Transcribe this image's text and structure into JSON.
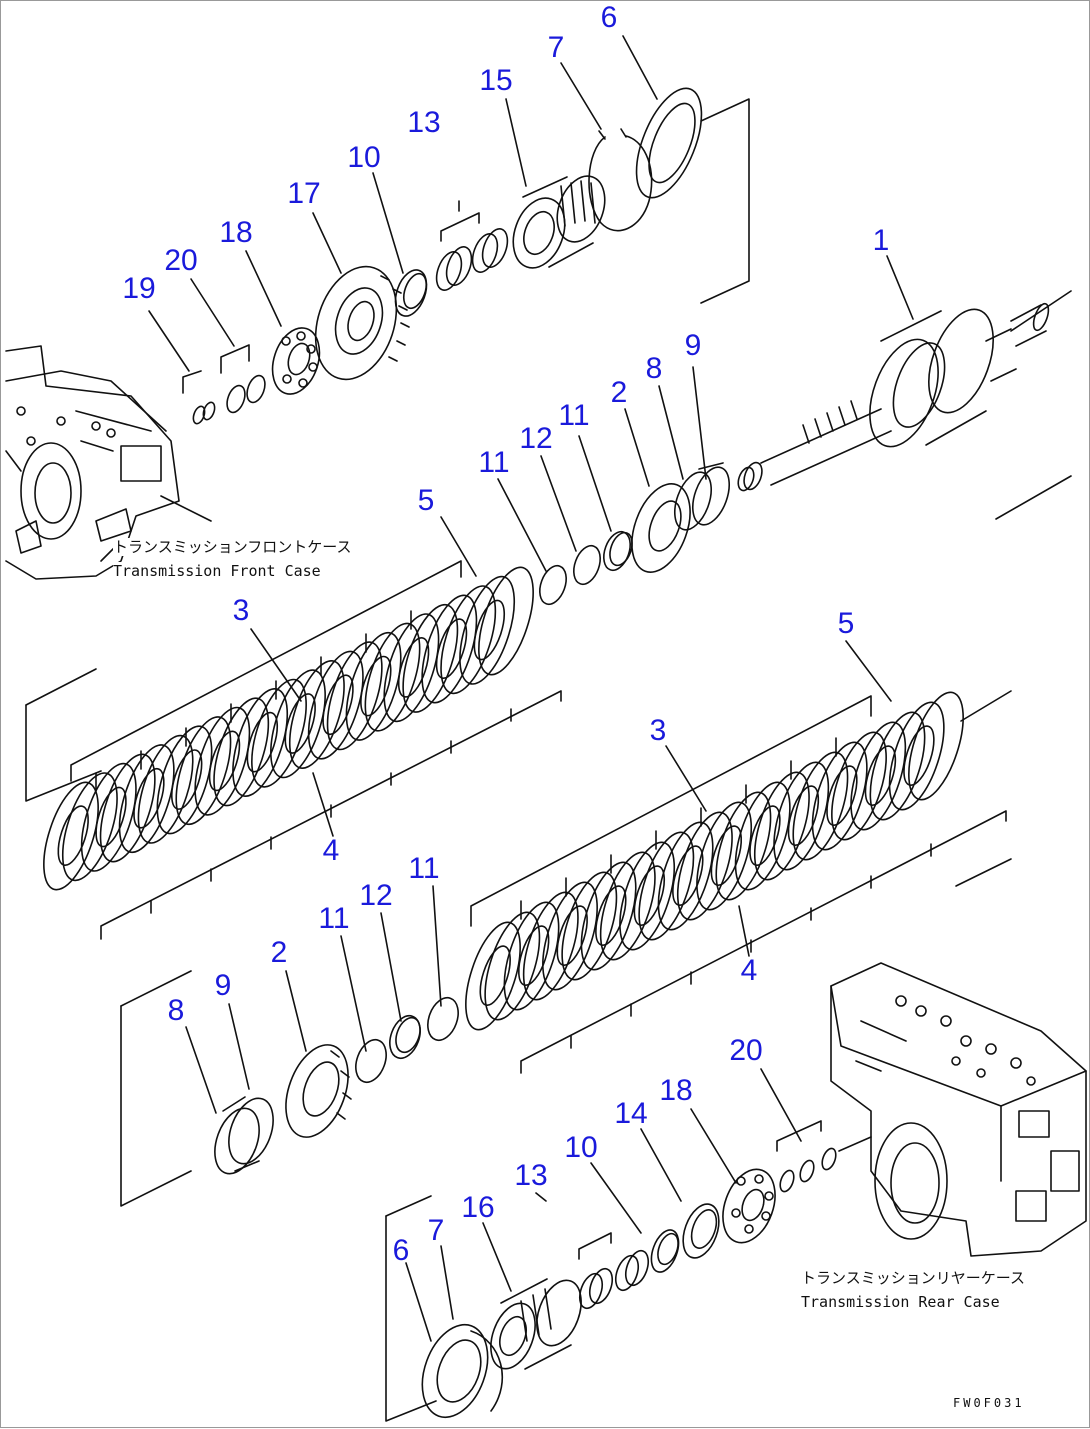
{
  "figure_code": "FW0F031",
  "case_labels": {
    "front_jp": "トランスミッションフロントケース",
    "front_en": "Transmission Front Case",
    "rear_jp": "トランスミッションリヤーケース",
    "rear_en": "Transmission Rear Case"
  },
  "callouts": [
    {
      "id": "c-6-top",
      "text": "6"
    },
    {
      "id": "c-7-top",
      "text": "7"
    },
    {
      "id": "c-15",
      "text": "15"
    },
    {
      "id": "c-13-top",
      "text": "13"
    },
    {
      "id": "c-10-top",
      "text": "10"
    },
    {
      "id": "c-17",
      "text": "17"
    },
    {
      "id": "c-18-top",
      "text": "18"
    },
    {
      "id": "c-20-top",
      "text": "20"
    },
    {
      "id": "c-19",
      "text": "19"
    },
    {
      "id": "c-1",
      "text": "1"
    },
    {
      "id": "c-9-top",
      "text": "9"
    },
    {
      "id": "c-8-top",
      "text": "8"
    },
    {
      "id": "c-2-top",
      "text": "2"
    },
    {
      "id": "c-11-top-a",
      "text": "11"
    },
    {
      "id": "c-12-top",
      "text": "12"
    },
    {
      "id": "c-11-top-b",
      "text": "11"
    },
    {
      "id": "c-5-left",
      "text": "5"
    },
    {
      "id": "c-3-left",
      "text": "3"
    },
    {
      "id": "c-4-left",
      "text": "4"
    },
    {
      "id": "c-5-right",
      "text": "5"
    },
    {
      "id": "c-3-right",
      "text": "3"
    },
    {
      "id": "c-4-right",
      "text": "4"
    },
    {
      "id": "c-11-mid-b",
      "text": "11"
    },
    {
      "id": "c-12-mid",
      "text": "12"
    },
    {
      "id": "c-11-mid-a",
      "text": "11"
    },
    {
      "id": "c-2-mid",
      "text": "2"
    },
    {
      "id": "c-9-mid",
      "text": "9"
    },
    {
      "id": "c-8-mid",
      "text": "8"
    },
    {
      "id": "c-20-bot",
      "text": "20"
    },
    {
      "id": "c-18-bot",
      "text": "18"
    },
    {
      "id": "c-14",
      "text": "14"
    },
    {
      "id": "c-10-bot",
      "text": "10"
    },
    {
      "id": "c-13-bot",
      "text": "13"
    },
    {
      "id": "c-16",
      "text": "16"
    },
    {
      "id": "c-7-bot",
      "text": "7"
    },
    {
      "id": "c-6-bot",
      "text": "6"
    }
  ]
}
